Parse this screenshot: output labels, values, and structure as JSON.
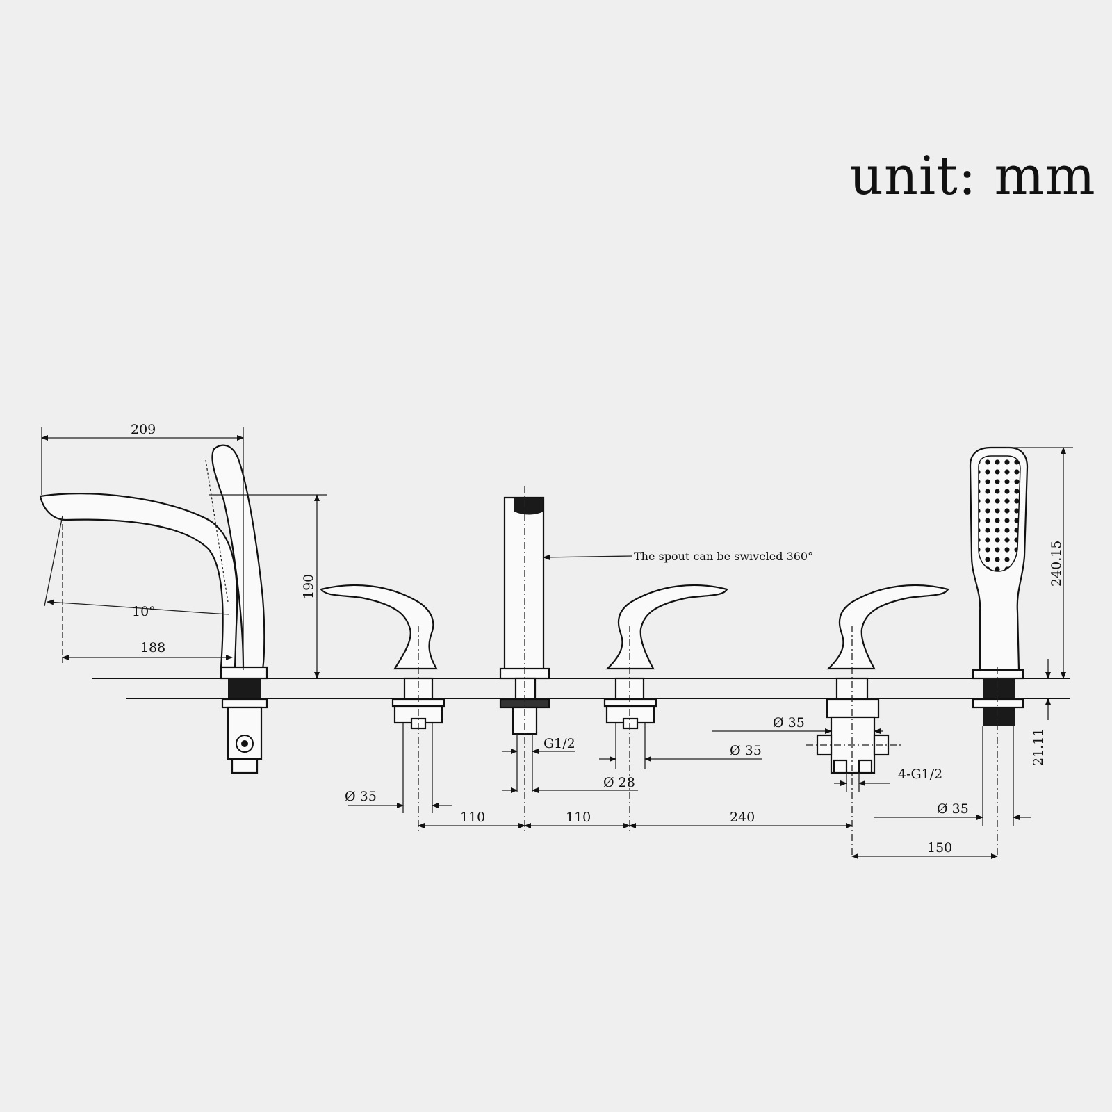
{
  "unit_label": "unit: mm",
  "note": "The spout can be swiveled 360°",
  "dimensions": {
    "d209": "209",
    "d190": "190",
    "d10deg": "10°",
    "d188": "188",
    "d240_15": "240.15",
    "d21_11": "21.11",
    "dia35_left": "Ø 35",
    "g12": "G1/2",
    "dia28": "Ø 28",
    "dia35_mid_top": "Ø 35",
    "dia35_mid": "Ø 35",
    "g12_4": "4-G1/2",
    "dia35_right": "Ø 35",
    "d110_a": "110",
    "d110_b": "110",
    "d240": "240",
    "d150": "150"
  }
}
